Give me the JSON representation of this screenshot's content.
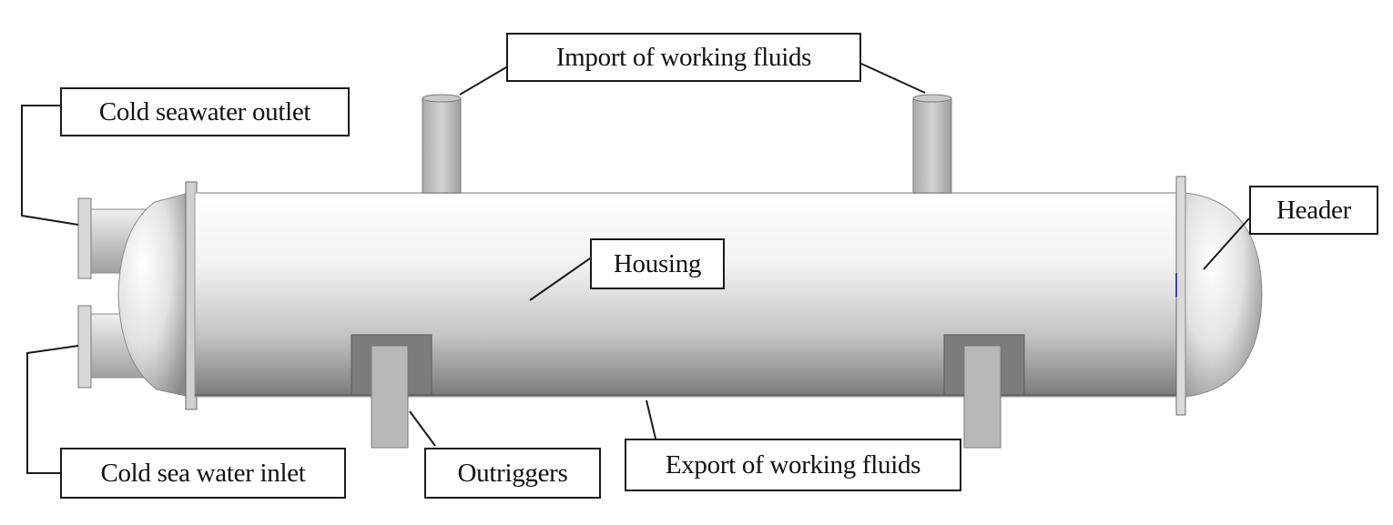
{
  "diagram": {
    "labels": {
      "import_fluids": "Import of working fluids",
      "cold_outlet": "Cold seawater outlet",
      "header": "Header",
      "housing": "Housing",
      "cold_inlet": "Cold sea water inlet",
      "outriggers": "Outriggers",
      "export_fluids": "Export of working fluids"
    },
    "colors": {
      "shell_light": "#f4f4f4",
      "shell_mid": "#dcdcdc",
      "shell_dark": "#6e6e6e",
      "nozzle": "#c2c2c2",
      "leader_line": "#1a1a1a"
    }
  }
}
